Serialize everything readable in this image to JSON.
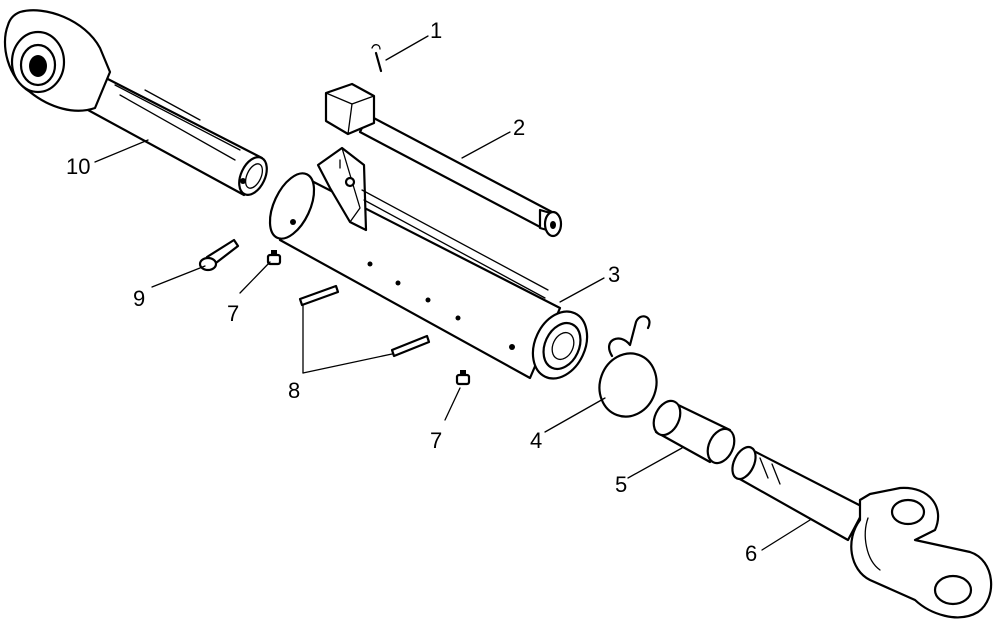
{
  "callouts": [
    {
      "id": "c1",
      "text": "1"
    },
    {
      "id": "c2",
      "text": "2"
    },
    {
      "id": "c3",
      "text": "3"
    },
    {
      "id": "c4",
      "text": "4"
    },
    {
      "id": "c5",
      "text": "5"
    },
    {
      "id": "c6",
      "text": "6"
    },
    {
      "id": "c7a",
      "text": "7"
    },
    {
      "id": "c7b",
      "text": "7"
    },
    {
      "id": "c8",
      "text": "8"
    },
    {
      "id": "c9",
      "text": "9"
    },
    {
      "id": "c10",
      "text": "10"
    }
  ],
  "colors": {
    "ink": "#000000",
    "paper": "#ffffff"
  }
}
